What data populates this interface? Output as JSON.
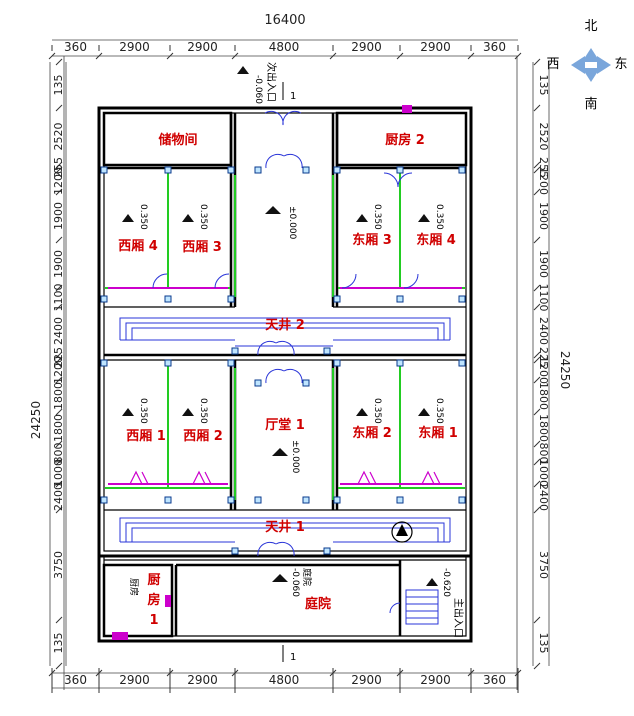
{
  "compass": {
    "north": "北",
    "south": "南",
    "west": "西",
    "east": "东"
  },
  "dims": {
    "total_width": "16400",
    "top_segments": [
      "360",
      "2900",
      "2900",
      "4800",
      "2900",
      "2900",
      "360"
    ],
    "bottom_segments": [
      "360",
      "2900",
      "2900",
      "4800",
      "2900",
      "2900",
      "360"
    ],
    "total_depth": "24250",
    "left_segments": [
      "135",
      "2520",
      "255",
      "1200",
      "1900",
      "1900",
      "1100",
      "2400",
      "225",
      "1200",
      "1800",
      "1800",
      "800",
      "1000",
      "2400",
      "3750",
      "135"
    ],
    "right_segments": [
      "135",
      "2520",
      "255",
      "1200",
      "1900",
      "1900",
      "1100",
      "2400",
      "225",
      "1200",
      "1800",
      "1800",
      "800",
      "1000",
      "2400",
      "3750",
      "135"
    ],
    "right_total": "24250"
  },
  "rooms": {
    "storage": "储物间",
    "kitchen2": "厨房 2",
    "west_wing4": "西厢 4",
    "west_wing3": "西厢 3",
    "east_wing3": "东厢 3",
    "east_wing4": "东厢 4",
    "courtyard2": "天井 2",
    "west_wing1": "西厢 1",
    "west_wing2": "西厢 2",
    "hall1": "厅堂 1",
    "east_wing2": "东厢 2",
    "east_wing1": "东厢 1",
    "courtyard1": "天井 1",
    "kitchen1_a": "厨",
    "kitchen1_b": "房",
    "kitchen1_c": "1",
    "yard": "庭院"
  },
  "levels": {
    "secondary_entry_level": "-0.060",
    "secondary_entry": "次出入口",
    "upper_hall": "±0.000",
    "lower_hall": "±0.000",
    "wing_level": "0.350",
    "yard_level": "-0.060",
    "yard_word": "庭院",
    "main_entry_level": "-0.620",
    "main_entry": "主出入口",
    "kitchen_sink": "厨房",
    "section_mark": "1"
  },
  "colors": {
    "label": "#d00000",
    "wall": "#000000",
    "partition": "#22cc22",
    "door": "#cc00cc",
    "window": "#2a35d8",
    "dim": "#333333"
  }
}
